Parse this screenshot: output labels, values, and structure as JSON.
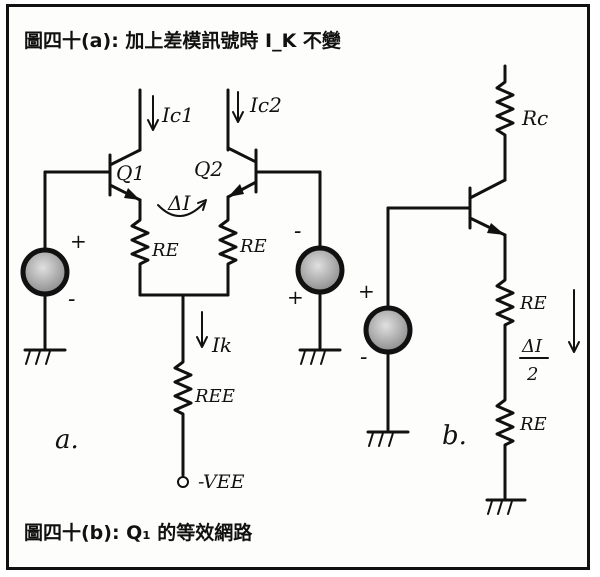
{
  "captions": {
    "figure_a": "圖四十(a): 加上差模訊號時 I_K 不變",
    "figure_b": "圖四十(b): Q₁ 的等效網路"
  },
  "circuit_a": {
    "label": "a.",
    "collector_current_1": "Ic1",
    "collector_current_2": "Ic2",
    "transistor_1": "Q1",
    "transistor_2": "Q2",
    "delta_current": "ΔI",
    "emitter_resistor_1": "RE",
    "emitter_resistor_2": "RE",
    "tail_current": "Ik",
    "tail_resistor": "REE",
    "supply": "-VEE",
    "source_1_plus": "+",
    "source_1_minus": "-",
    "source_2_plus": "+",
    "source_2_minus": "-"
  },
  "circuit_b": {
    "label": "b.",
    "collector_resistor": "Rc",
    "emitter_resistor": "RE",
    "half_current_numerator": "ΔI",
    "half_current_denominator": "2",
    "equivalent_resistor": "RE",
    "source_plus": "+",
    "source_minus": "-"
  },
  "colors": {
    "ink": "#111111",
    "paper": "#fdfdfb",
    "source_fill": "#9a9a9a"
  }
}
